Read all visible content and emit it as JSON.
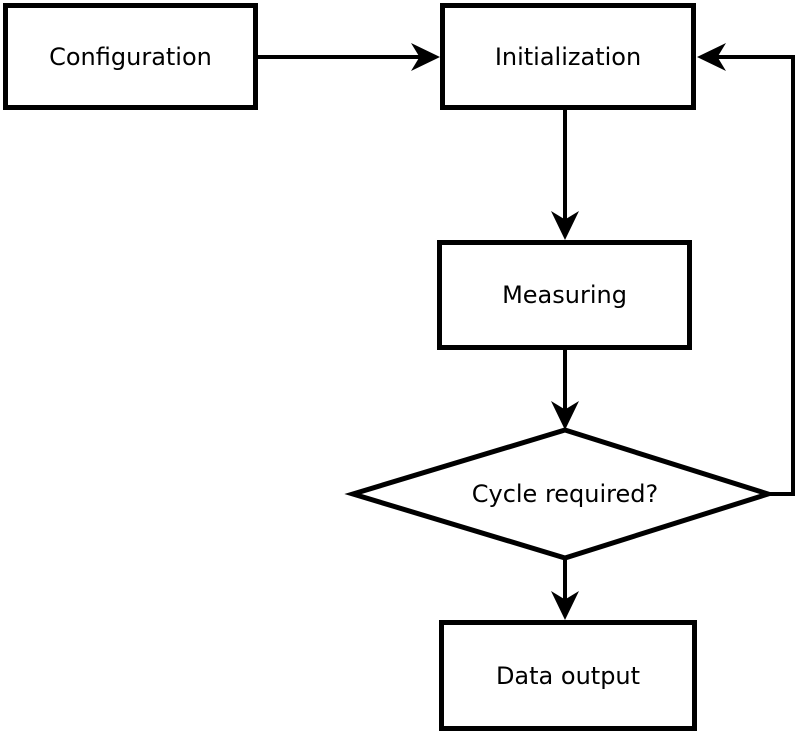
{
  "canvas": {
    "background": "#ffffff",
    "line_color": "#000000",
    "node_fill": "#ffffff"
  },
  "nodes": [
    {
      "id": "configuration",
      "shape": "rect",
      "label": "Configuration"
    },
    {
      "id": "initialization",
      "shape": "rect",
      "label": "Initialization"
    },
    {
      "id": "measuring",
      "shape": "rect",
      "label": "Measuring"
    },
    {
      "id": "cycle-required",
      "shape": "diamond",
      "label": "Cycle required?"
    },
    {
      "id": "data-output",
      "shape": "rect",
      "label": "Data output"
    }
  ],
  "edges": [
    {
      "from": "configuration",
      "to": "initialization",
      "direction": "right"
    },
    {
      "from": "initialization",
      "to": "measuring",
      "direction": "down"
    },
    {
      "from": "measuring",
      "to": "cycle-required",
      "direction": "down"
    },
    {
      "from": "cycle-required",
      "to": "data-output",
      "direction": "down"
    },
    {
      "from": "cycle-required",
      "to": "initialization",
      "direction": "right-up-left-loop"
    }
  ]
}
